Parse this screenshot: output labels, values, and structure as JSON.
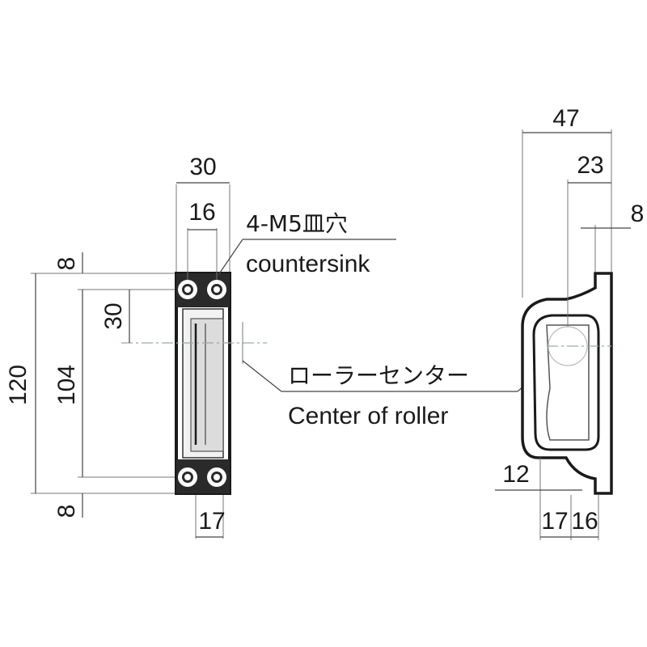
{
  "front_view": {
    "width_overall": "30",
    "hole_pitch_x": "16",
    "hole_pitch_y": "104",
    "height_overall": "120",
    "edge_top": "8",
    "edge_bottom": "8",
    "roller_offset": "30",
    "roller_width": "17"
  },
  "side_view": {
    "depth_overall": "47",
    "depth_roller": "23",
    "flange_thickness": "8",
    "gap_left": "12",
    "base_a": "17",
    "base_b": "16"
  },
  "callouts": {
    "screw_jp": "4-M5皿穴",
    "screw_en": "countersink",
    "roller_jp": "ローラーセンター",
    "roller_en": "Center of roller"
  }
}
